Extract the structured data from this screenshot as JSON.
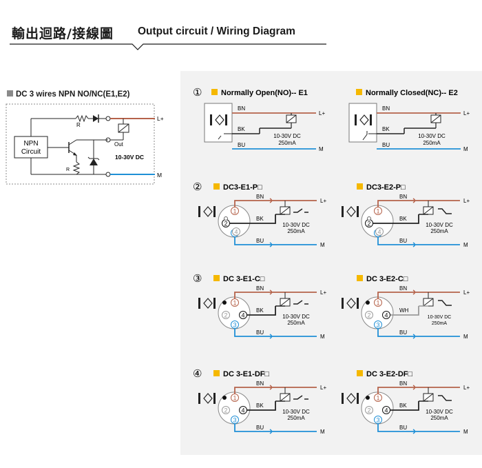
{
  "header": {
    "title_cn": "輸出迴路/接線圖",
    "title_en": "Output circuit / Wiring Diagram"
  },
  "left": {
    "title": "DC 3 wires NPN NO/NC(E1,E2)",
    "npn_label_1": "NPN",
    "npn_label_2": "Circuit",
    "r_label": "R",
    "r2_label": "R",
    "out_label": "Out",
    "voltage": "10-30V DC",
    "l_plus": "L+",
    "m_label": "M"
  },
  "colors": {
    "brown": "#b5624a",
    "blue": "#1f8fd6",
    "black": "#1a1a1a",
    "gray": "#9a9a9a",
    "yellow": "#f5b800"
  },
  "sections": [
    {
      "num": "①",
      "left_title": "Normally Open(NO)-- E1",
      "right_title": "Normally Closed(NC)-- E2"
    },
    {
      "num": "②",
      "left_title": "DC3-E1-P□",
      "right_title": "DC3-E2-P□"
    },
    {
      "num": "③",
      "left_title": "DC 3-E1-C□",
      "right_title": "DC 3-E2-C□"
    },
    {
      "num": "④",
      "left_title": "DC 3-E1-DF□",
      "right_title": "DC 3-E2-DF□"
    }
  ],
  "wires": {
    "bn": "BN",
    "bk": "BK",
    "bu": "BU",
    "wh": "WH",
    "l_plus": "L+",
    "m": "M"
  },
  "load": {
    "voltage": "10-30V DC",
    "current": "250mA"
  },
  "pins": {
    "p1": "1",
    "p2": "2",
    "p3": "3",
    "p4": "4"
  }
}
